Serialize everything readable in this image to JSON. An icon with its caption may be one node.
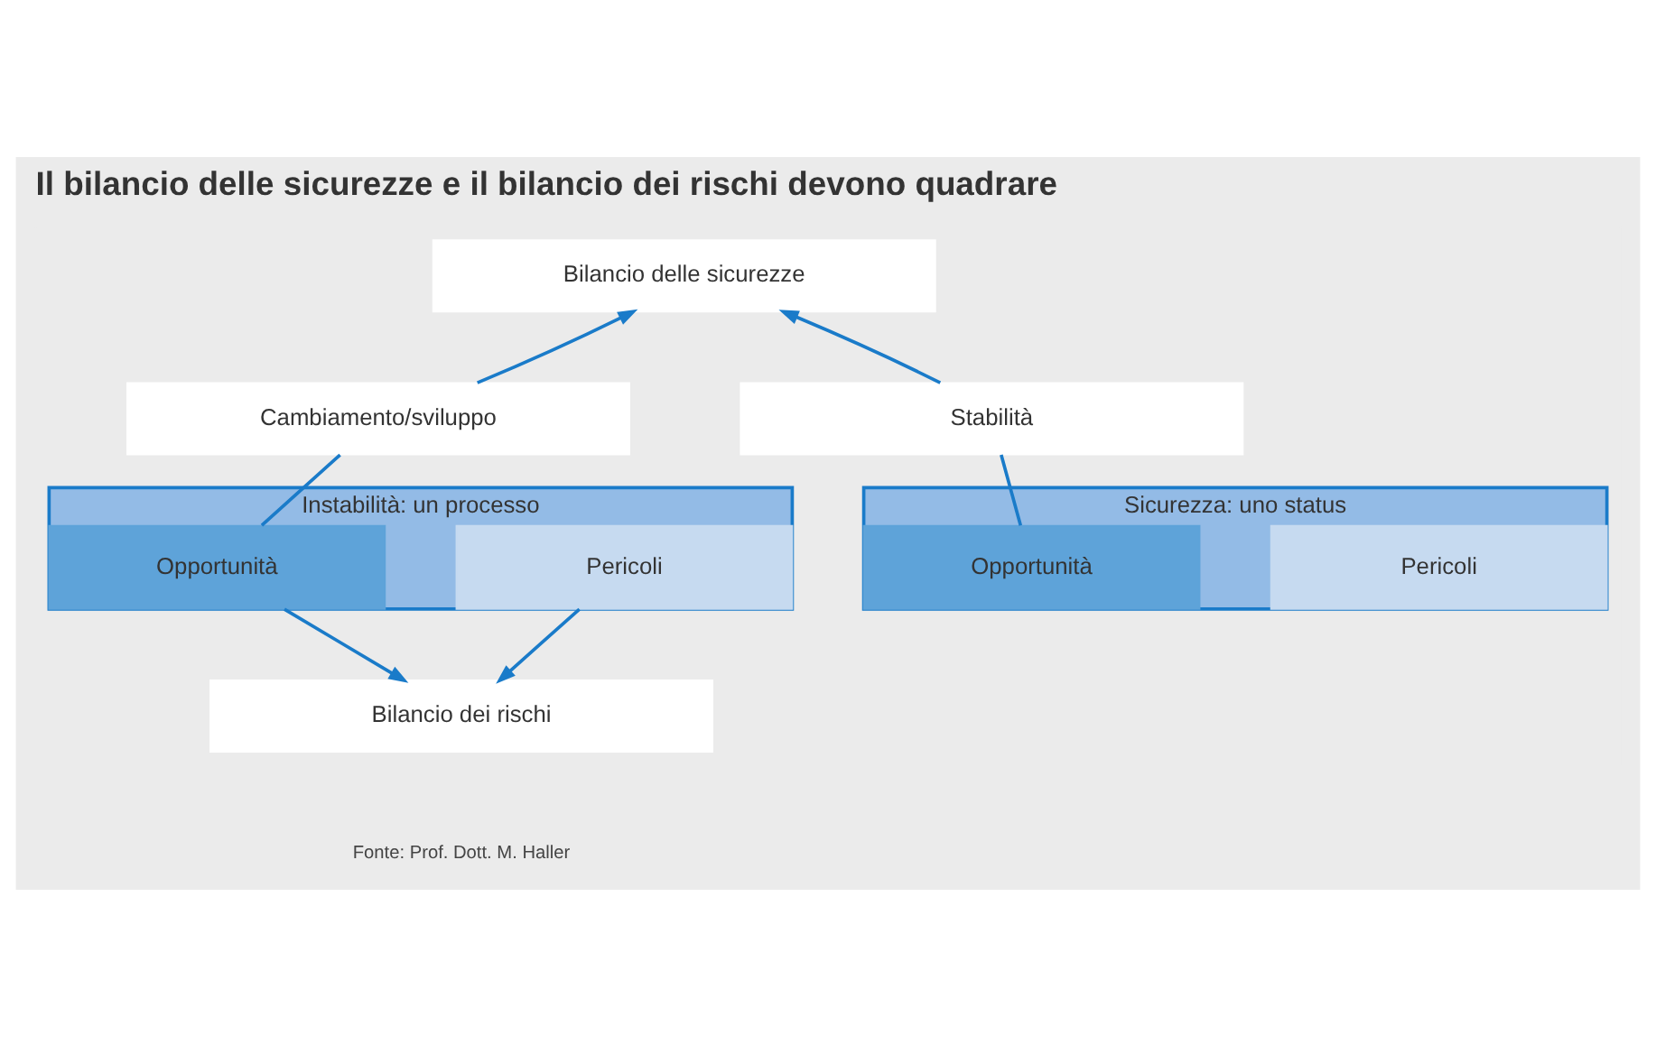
{
  "diagram": {
    "title": "Il bilancio delle sicurezze e il bilancio dei rischi devono quadrare",
    "caption": "Fonte: Prof. Dott. M. Haller",
    "nodes": [
      {
        "text": [
          "Bilancio delle sicurezze"
        ]
      },
      {
        "text": [
          "Cambiamento/sviluppo"
        ]
      },
      {
        "text": [
          "Stabilità"
        ]
      },
      {
        "text": [
          "Instabilità: un processo"
        ]
      },
      {
        "text": [
          "Opportunità"
        ],
        "in": 3
      },
      {
        "text": [
          "Pericoli"
        ],
        "in": 3
      },
      {
        "text": [
          "Sicurezza: uno status"
        ]
      },
      {
        "text": [
          "Opportunità"
        ],
        "in": 6
      },
      {
        "text": [
          "Pericoli"
        ],
        "in": 6
      },
      {
        "text": [
          "Bilancio dei rischi"
        ]
      }
    ],
    "edges": [
      {
        "from": 1,
        "to": 0,
        "arrow": "to"
      },
      {
        "from": 2,
        "to": 0,
        "arrow": "to"
      },
      {
        "from": 1,
        "to": 3,
        "arrow": "none"
      },
      {
        "from": 2,
        "to": 6,
        "arrow": "none"
      },
      {
        "from": 3,
        "to": 9,
        "arrow": "to"
      },
      {
        "from": 3,
        "to": 9,
        "arrow": "to"
      }
    ]
  }
}
